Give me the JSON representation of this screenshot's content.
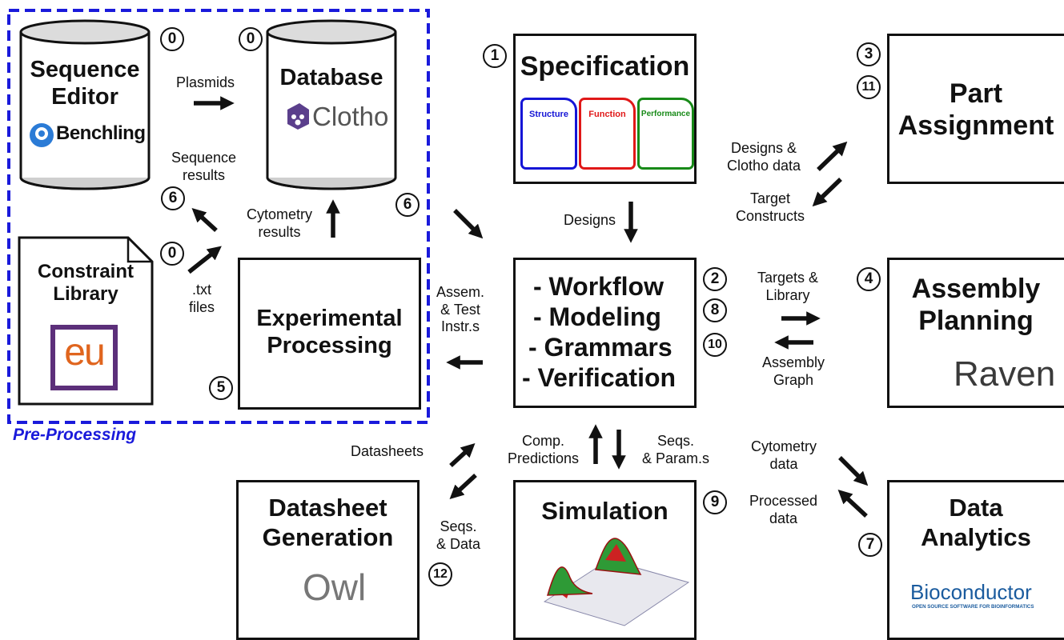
{
  "nodes": {
    "sequence_editor": {
      "title": "Sequence\nEditor",
      "logo": "Benchling",
      "logo_icon": "benchling-diver-icon",
      "step": "0"
    },
    "database": {
      "title": "Database",
      "logo": "Clotho",
      "logo_icon": "clotho-paw-icon",
      "step": "0"
    },
    "constraint_library": {
      "title": "Constraint\nLibrary",
      "logo": "eu",
      "step": "0"
    },
    "experimental_processing": {
      "title": "Experimental\nProcessing",
      "step": "5"
    },
    "specification": {
      "title": "Specification",
      "step": "1",
      "cards": [
        {
          "label": "Structure",
          "color": "#1515d6"
        },
        {
          "label": "Function",
          "color": "#e01818"
        },
        {
          "label": "Performance",
          "color": "#188a18"
        }
      ]
    },
    "workflow": {
      "lines": [
        "- Workflow",
        "- Modeling",
        "- Grammars",
        "- Verification"
      ],
      "steps": [
        "2",
        "8",
        "10"
      ]
    },
    "part_assignment": {
      "title": "Part\nAssignment",
      "steps": [
        "3",
        "11"
      ]
    },
    "assembly_planning": {
      "title": "Assembly\nPlanning",
      "logo": "Raven",
      "step": "4"
    },
    "datasheet_generation": {
      "title": "Datasheet\nGeneration",
      "logo": "Owl",
      "step": "12"
    },
    "simulation": {
      "title": "Simulation",
      "step": "9"
    },
    "data_analytics": {
      "title": "Data\nAnalytics",
      "logo": "Bioconductor",
      "logo_tagline": "OPEN SOURCE SOFTWARE FOR BIOINFORMATICS",
      "step": "7"
    }
  },
  "edges": {
    "plasmids": "Plasmids",
    "sequence_results": "Sequence\nresults",
    "cytometry_results": "Cytometry\nresults",
    "txt_files": ".txt\nfiles",
    "designs": "Designs",
    "designs_clotho": "Designs &\nClotho data",
    "target_constructs": "Target\nConstructs",
    "assem_test": "Assem.\n& Test\nInstr.s",
    "targets_library": "Targets &\nLibrary",
    "assembly_graph": "Assembly\nGraph",
    "datasheets": "Datasheets",
    "seqs_data": "Seqs.\n& Data",
    "comp_predictions": "Comp.\nPredictions",
    "seqs_params": "Seqs.\n& Param.s",
    "cytometry_data": "Cytometry\ndata",
    "processed_data": "Processed\ndata"
  },
  "extra_steps": {
    "sequence_results_step": "6",
    "database_out_step": "6"
  },
  "group_label": "Pre-Processing",
  "colors": {
    "group_border": "#1a1adb",
    "arrow": "#111111"
  }
}
